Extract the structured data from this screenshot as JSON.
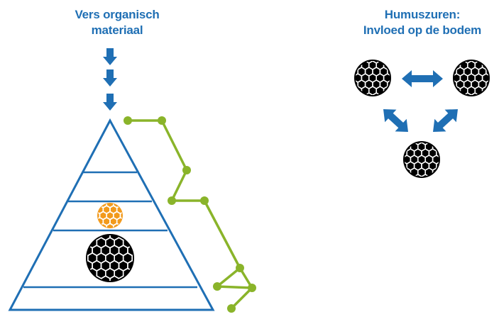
{
  "colors": {
    "blue": "#1f6fb4",
    "green": "#8ab42a",
    "orange": "#f29a1c",
    "black": "#000000",
    "white": "#ffffff"
  },
  "left": {
    "title_line1": "Vers organisch",
    "title_line2": "materiaal",
    "icons": [
      "arrow-down-icon",
      "arrow-down-icon",
      "arrow-down-icon",
      "pyramid-icon",
      "small-orange-particle-icon",
      "large-black-particle-icon",
      "green-molecule-chain-icon"
    ]
  },
  "right": {
    "title_line1": "Humuszuren:",
    "title_line2": "Invloed op de bodem",
    "icons": [
      "humus-particle-icon",
      "double-arrow-horizontal-icon",
      "humus-particle-icon",
      "double-arrow-diagonal-icon",
      "double-arrow-diagonal-icon",
      "humus-particle-icon"
    ]
  }
}
